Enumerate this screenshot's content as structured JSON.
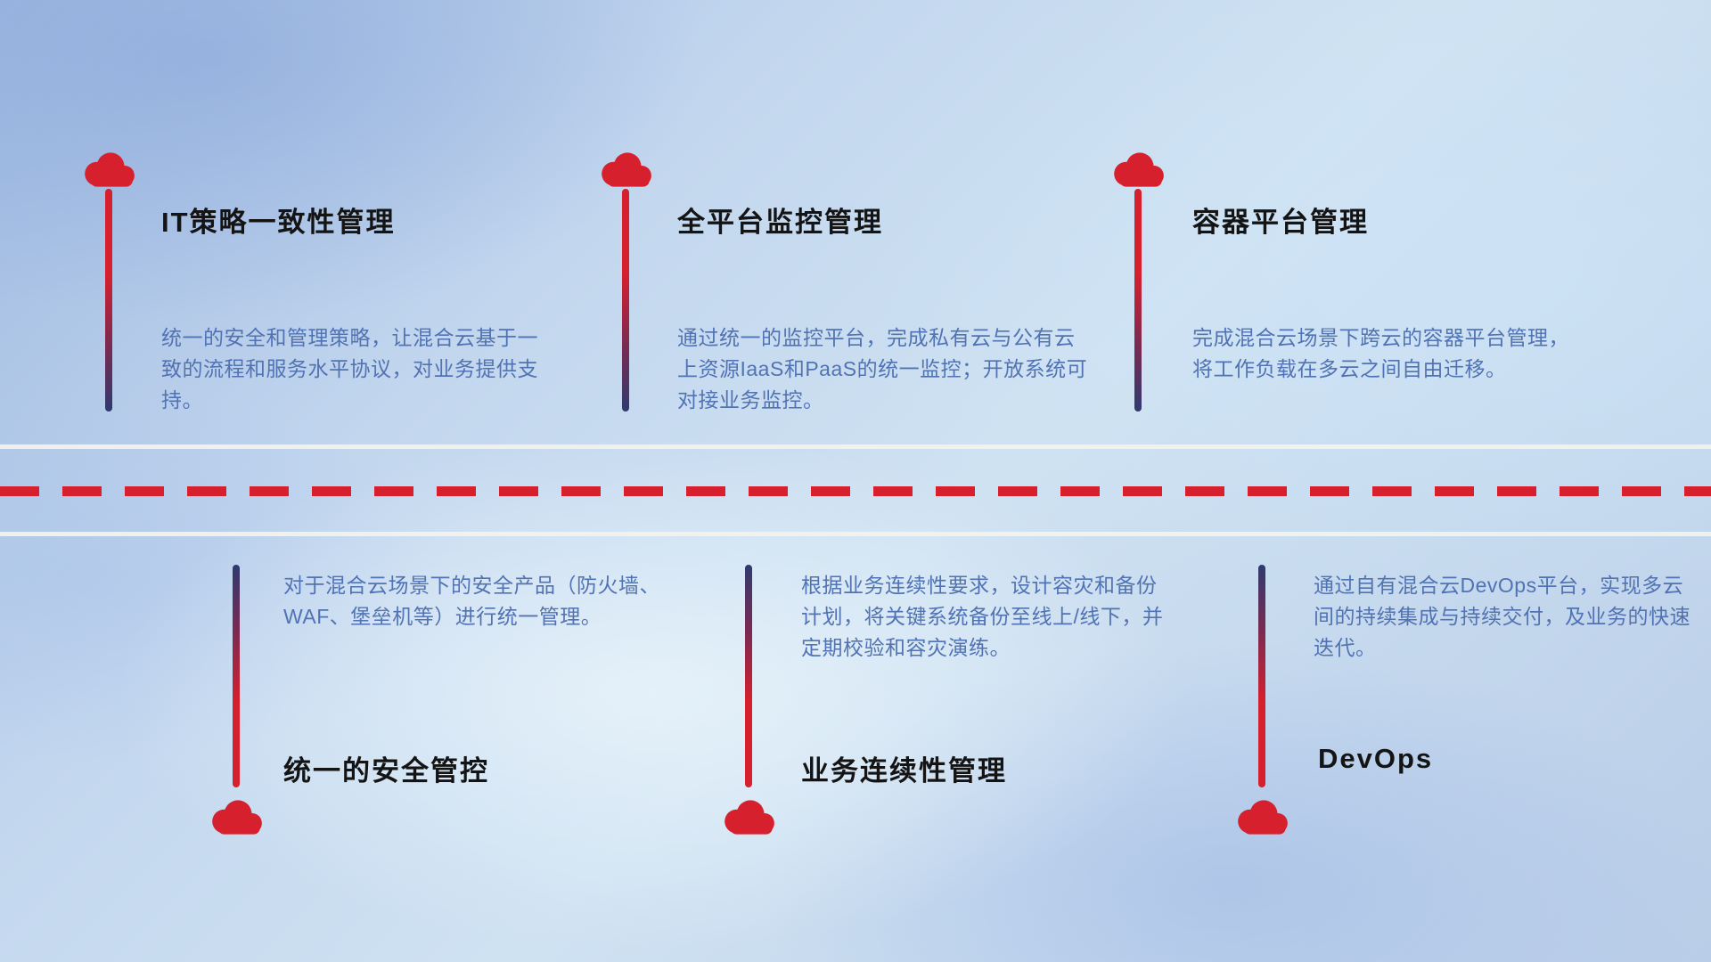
{
  "colors": {
    "accent_red": "#d6202d",
    "deep_navy": "#2f3a6f",
    "title_text": "#141414",
    "desc_text": "#5173b3",
    "divider_white": "#f4f1ea"
  },
  "top_items": [
    {
      "title": "IT策略一致性管理",
      "desc": "统一的安全和管理策略，让混合云基于一致的流程和服务水平协议，对业务提供支持。"
    },
    {
      "title": "全平台监控管理",
      "desc": "通过统一的监控平台，完成私有云与公有云上资源IaaS和PaaS的统一监控；开放系统可对接业务监控。"
    },
    {
      "title": "容器平台管理",
      "desc": "完成混合云场景下跨云的容器平台管理，将工作负载在多云之间自由迁移。"
    }
  ],
  "bottom_items": [
    {
      "title": "统一的安全管控",
      "desc": "对于混合云场景下的安全产品（防火墙、WAF、堡垒机等）进行统一管理。"
    },
    {
      "title": "业务连续性管理",
      "desc": "根据业务连续性要求，设计容灾和备份计划，将关键系统备份至线上/线下，并定期校验和容灾演练。"
    },
    {
      "title": "DevOps",
      "desc": "通过自有混合云DevOps平台，实现多云间的持续集成与持续交付，及业务的快速迭代。"
    }
  ]
}
